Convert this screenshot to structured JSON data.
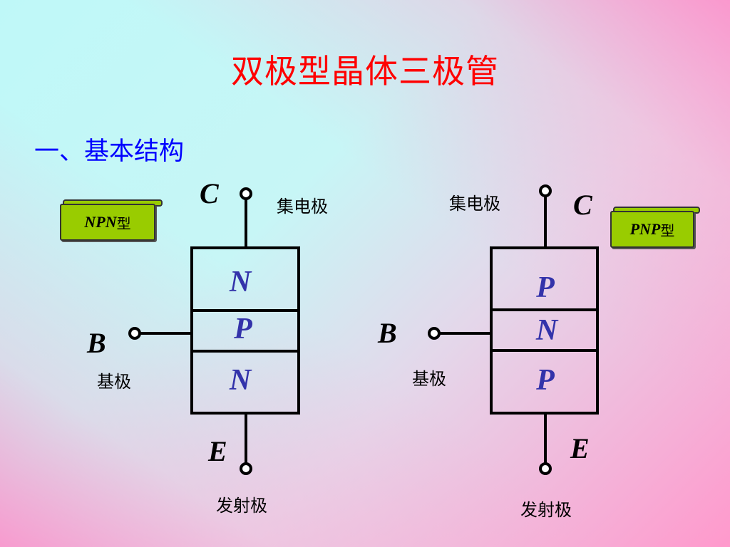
{
  "title": "双极型晶体三极管",
  "section": "一、基本结构",
  "npn": {
    "type_label_italic": "NPN",
    "type_label_cn": "型",
    "collector_letter": "C",
    "collector_label": "集电极",
    "base_letter": "B",
    "base_label": "基极",
    "emitter_letter": "E",
    "emitter_label": "发射极",
    "layers": [
      "N",
      "P",
      "N"
    ]
  },
  "pnp": {
    "type_label_italic": "PNP",
    "type_label_cn": "型",
    "collector_letter": "C",
    "collector_label": "集电极",
    "base_letter": "B",
    "base_label": "基极",
    "emitter_letter": "E",
    "emitter_label": "发射极",
    "layers": [
      "P",
      "N",
      "P"
    ]
  },
  "colors": {
    "title": "#ff0000",
    "section": "#0000ff",
    "layer_text": "#3333aa",
    "badge": "#99cc00"
  }
}
